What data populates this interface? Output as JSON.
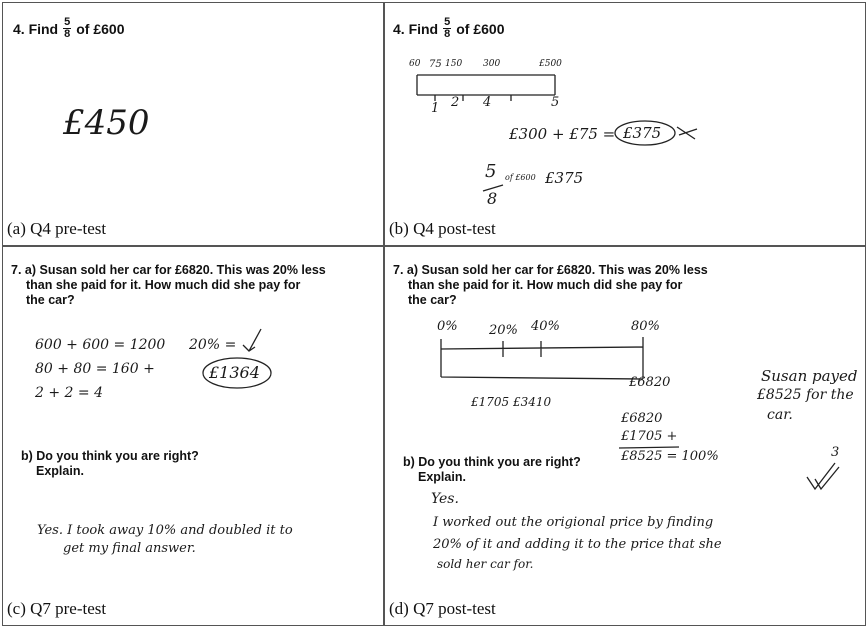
{
  "panels": {
    "a": {
      "question": {
        "prefix": "4. Find",
        "frac_num": "5",
        "frac_den": "8",
        "suffix": "of £600"
      },
      "work": {
        "answer": "£450"
      },
      "caption": "(a) Q4 pre-test"
    },
    "b": {
      "question": {
        "prefix": "4. Find",
        "frac_num": "5",
        "frac_den": "8",
        "suffix": "of £600"
      },
      "work": {
        "top_labels": [
          "60",
          "75",
          "150",
          "300",
          "£500"
        ],
        "bottom_labels": [
          "1",
          "2",
          "4",
          "5"
        ],
        "sum_line": "£300 + £75 =",
        "sum_result": "£375",
        "frac_num": "5",
        "frac_den": "8",
        "frac_of": "of £600",
        "frac_result": "£375"
      },
      "caption": "(b) Q4 post-test"
    },
    "c": {
      "question": {
        "line1": "7. a) Susan sold her car for £6820. This was 20% less",
        "line2": "than she paid for it. How much did she pay for",
        "line3": "the car?"
      },
      "work": {
        "line1": "600 + 600 = 1200",
        "line2": "80 + 80 = 160 +",
        "line3": "2 + 2 =   4",
        "pct": "20% =",
        "result": "£1364"
      },
      "part_b": {
        "line1": "b) Do you think you are right?",
        "line2": "Explain."
      },
      "explain": {
        "line1": "Yes. I took away 10% and doubled it to",
        "line2": "get my final answer."
      },
      "caption": "(c) Q7 pre-test"
    },
    "d": {
      "question": {
        "line1": "7. a) Susan sold her car for £6820. This was 20% less",
        "line2": "than she paid for it. How much did she pay for",
        "line3": "the car?"
      },
      "work": {
        "top_labels": [
          "0%",
          "20%",
          "40%",
          "80%"
        ],
        "bottom_labels": [
          "£1705",
          "£3410",
          "£6820"
        ],
        "calc1": "£6820",
        "calc2": "£1705 +",
        "calc3": "£8525 = 100%",
        "side1": "Susan payed",
        "side2": "£8525 for the",
        "side3": "car."
      },
      "part_b": {
        "line1": "b) Do you think you are right?",
        "line2": "Explain."
      },
      "explain": {
        "line1": "Yes.",
        "line2": "I worked out the origional price by finding",
        "line3": "20% of it and adding it to the price that she",
        "line4": "sold her car for."
      },
      "mark": "3",
      "caption": "(d) Q7 post-test"
    }
  }
}
